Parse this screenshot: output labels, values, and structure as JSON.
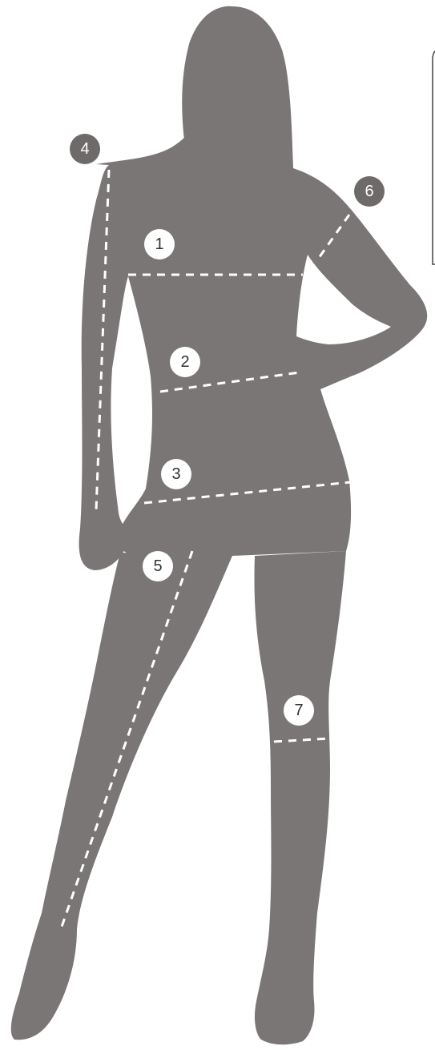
{
  "diagram": {
    "silhouette_color": "#7a7676",
    "measure_line_color": "#ffffff",
    "dark_badge_color": "#6e6a6a",
    "light_badge_color": "#ffffff",
    "dark_badge_text_color": "#ffffff",
    "light_badge_text_color": "#333333",
    "panel_border_color": "#444444"
  },
  "markers": [
    {
      "id": "m1",
      "label": "1",
      "style": "light",
      "part": "bust"
    },
    {
      "id": "m2",
      "label": "2",
      "style": "light",
      "part": "waist"
    },
    {
      "id": "m3",
      "label": "3",
      "style": "light",
      "part": "hips"
    },
    {
      "id": "m4",
      "label": "4",
      "style": "dark",
      "part": "arm-length"
    },
    {
      "id": "m5",
      "label": "5",
      "style": "light",
      "part": "inseam"
    },
    {
      "id": "m6",
      "label": "6",
      "style": "dark",
      "part": "upper-arm"
    },
    {
      "id": "m7",
      "label": "7",
      "style": "light",
      "part": "calf"
    }
  ]
}
